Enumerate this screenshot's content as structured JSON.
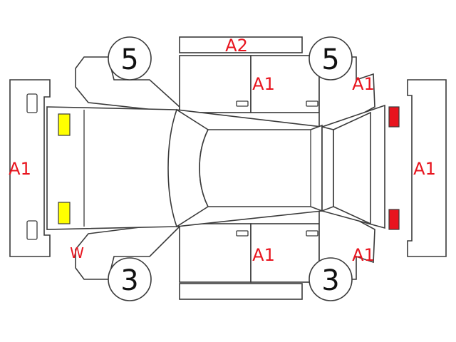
{
  "damage_codes": {
    "roof_top": "A2",
    "door_upper": "A1",
    "fender_upper_right": "A1",
    "bumper_front": "A1",
    "bumper_rear": "A1",
    "door_lower": "A1",
    "fender_lower_right": "A1",
    "windshield": "W"
  },
  "tire_tread": {
    "upper_left": "5",
    "upper_right": "5",
    "lower_left": "3",
    "lower_right": "3"
  },
  "colors": {
    "code_text": "#e8141e",
    "headlight": "#ffff00",
    "taillight": "#e8141e",
    "outline": "#3a3a3a"
  }
}
